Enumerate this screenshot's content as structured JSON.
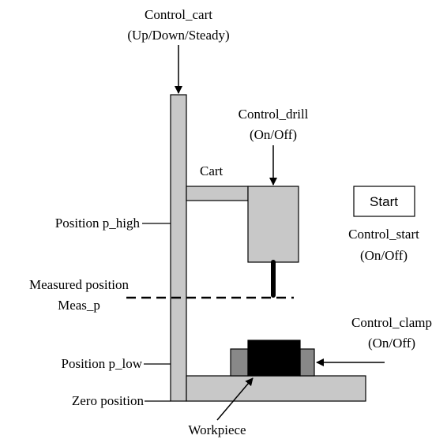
{
  "labels": {
    "control_cart_title": "Control_cart",
    "control_cart_states": "(Up/Down/Steady)",
    "control_drill_title": "Control_drill",
    "control_drill_states": "(On/Off)",
    "cart": "Cart",
    "start_button": "Start",
    "control_start_title": "Control_start",
    "control_start_states": "(On/Off)",
    "position_high": "Position p_high",
    "measured_position": "Measured position",
    "meas_p": "Meas_p",
    "control_clamp_title": "Control_clamp",
    "control_clamp_states": "(On/Off)",
    "position_low": "Position p_low",
    "zero_position": "Zero position",
    "workpiece": "Workpiece"
  },
  "colors": {
    "grey_fill": "#c8c8c8",
    "dark_grey": "#888888",
    "workpiece": "#000000",
    "stroke": "#000000"
  }
}
